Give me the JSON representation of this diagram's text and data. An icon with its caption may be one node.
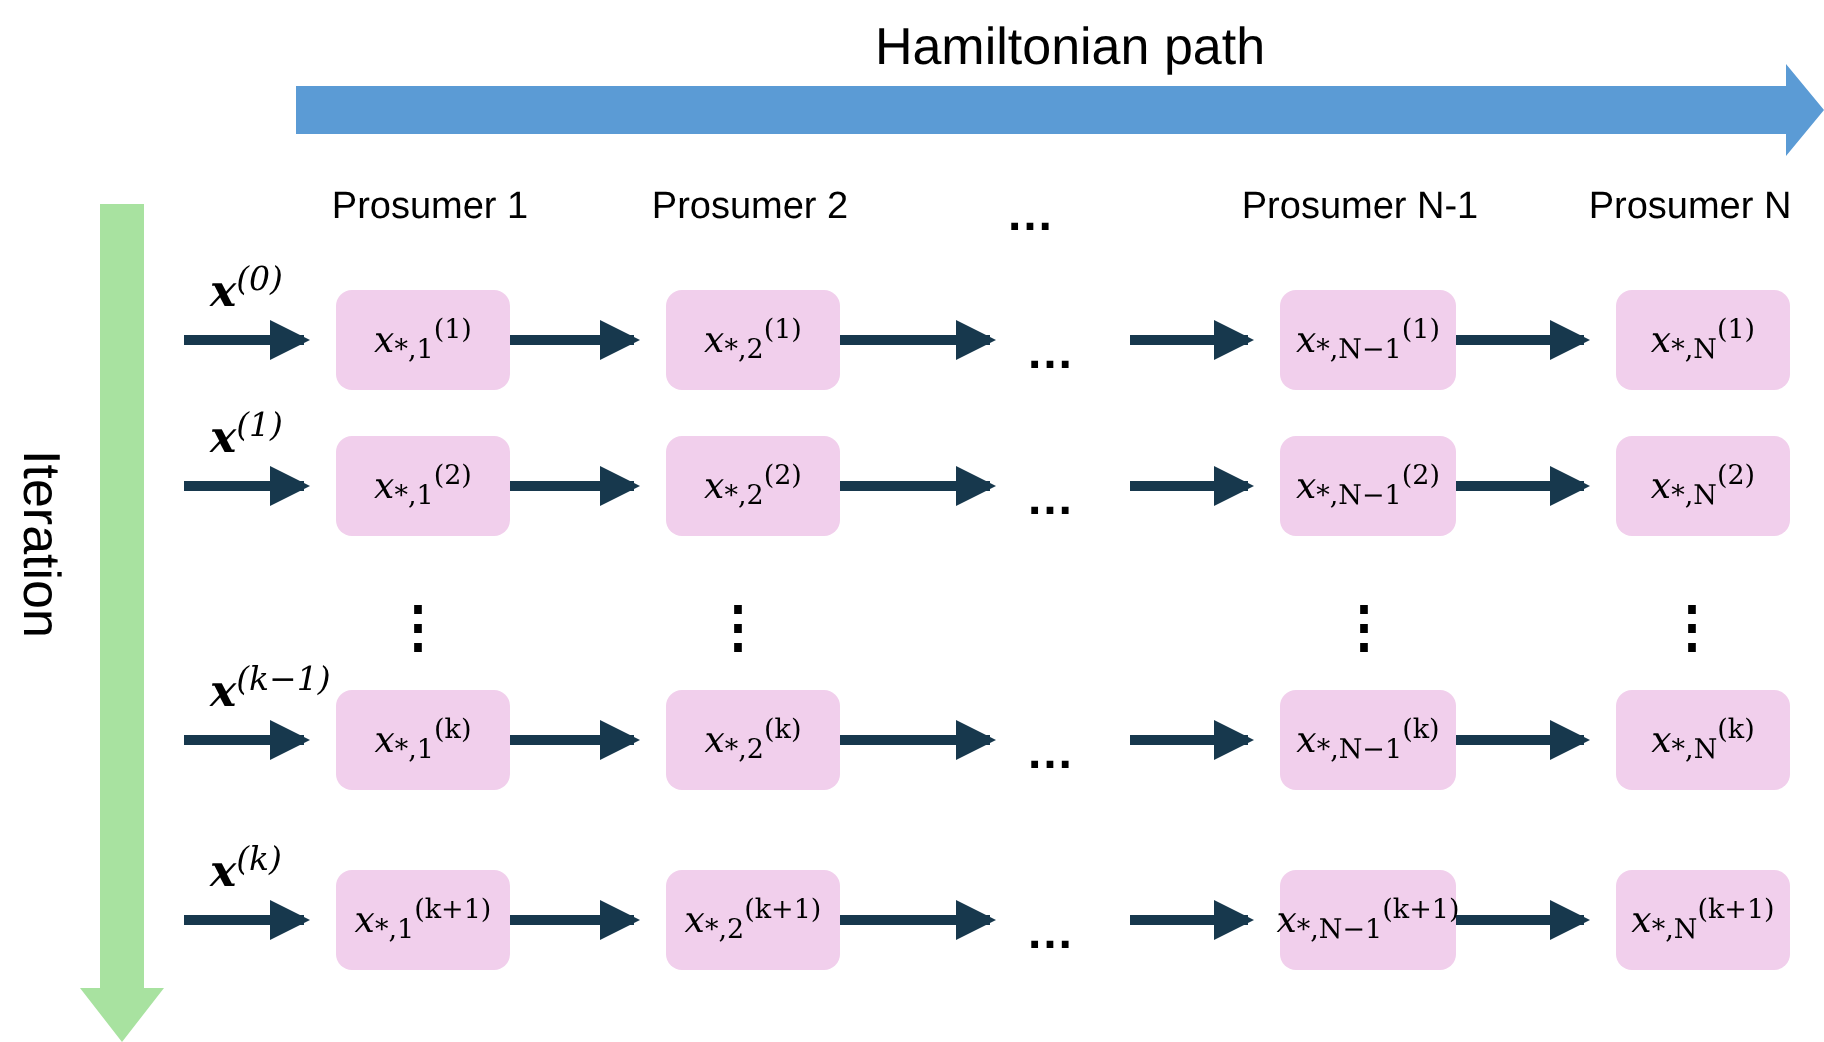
{
  "diagram": {
    "nodes": [
      {
        "text": [
          "*x*$_{*,1}$$^{(1)}$"
        ]
      },
      {
        "text": [
          "*x*$_{*,2}$$^{(1)}$"
        ]
      },
      {
        "text": [
          "…"
        ]
      },
      {
        "text": [
          "*x*$_{*,N−1}$$^{(1)}$"
        ]
      },
      {
        "text": [
          "*x*$_{*,N}$$^{(1)}$"
        ]
      },
      {
        "text": [
          "*x*$_{*,1}$$^{(2)}$"
        ]
      },
      {
        "text": [
          "*x*$_{*,2}$$^{(2)}$"
        ]
      },
      {
        "text": [
          "…"
        ]
      },
      {
        "text": [
          "*x*$_{*,N−1}$$^{(2)}$"
        ]
      },
      {
        "text": [
          "*x*$_{*,N}$$^{(2)}$"
        ]
      },
      {
        "text": [
          "*x*$_{*,1}$$^{(k)}$"
        ]
      },
      {
        "text": [
          "*x*$_{*,2}$$^{(k)}$"
        ]
      },
      {
        "text": [
          "…"
        ]
      },
      {
        "text": [
          "*x*$_{*,N−1}$$^{(k)}$"
        ]
      },
      {
        "text": [
          "*x*$_{*,N}$$^{(k)}$"
        ]
      },
      {
        "text": [
          "*x*$_{*,1}$$^{(k+1)}$"
        ]
      },
      {
        "text": [
          "*x*$_{*,2}$$^{(k+1)}$"
        ]
      },
      {
        "text": [
          "…"
        ]
      },
      {
        "text": [
          "*x*$_{*,N−1}$$^{(k+1)}$"
        ]
      },
      {
        "text": [
          "*x*$_{*,N}$$^{(k+1)}$"
        ]
      }
    ],
    "edges": [
      {
        "from": null,
        "to": 0,
        "arrow": "to",
        "label": "**x**$^{(0)}$"
      },
      {
        "from": 0,
        "to": 1,
        "arrow": "to"
      },
      {
        "from": 1,
        "to": 2,
        "arrow": "to"
      },
      {
        "from": 2,
        "to": 3,
        "arrow": "to"
      },
      {
        "from": 3,
        "to": 4,
        "arrow": "to"
      },
      {
        "from": null,
        "to": 5,
        "arrow": "to",
        "label": "**x**$^{(1)}$"
      },
      {
        "from": 5,
        "to": 6,
        "arrow": "to"
      },
      {
        "from": 6,
        "to": 7,
        "arrow": "to"
      },
      {
        "from": 7,
        "to": 8,
        "arrow": "to"
      },
      {
        "from": 8,
        "to": 9,
        "arrow": "to"
      },
      {
        "from": null,
        "to": 10,
        "arrow": "to",
        "label": "**x**$^{(k−1)}$"
      },
      {
        "from": 10,
        "to": 11,
        "arrow": "to"
      },
      {
        "from": 11,
        "to": 12,
        "arrow": "to"
      },
      {
        "from": 12,
        "to": 13,
        "arrow": "to"
      },
      {
        "from": 13,
        "to": 14,
        "arrow": "to"
      },
      {
        "from": null,
        "to": 15,
        "arrow": "to",
        "label": "**x**$^{(k)}$"
      },
      {
        "from": 15,
        "to": 16,
        "arrow": "to"
      },
      {
        "from": 16,
        "to": 17,
        "arrow": "to"
      },
      {
        "from": 17,
        "to": 18,
        "arrow": "to"
      },
      {
        "from": 18,
        "to": 19,
        "arrow": "to"
      }
    ],
    "labels": [
      "Hamiltonian path",
      "Iteration",
      "Prosumer 1",
      "Prosumer 2",
      "…",
      "Prosumer N-1",
      "Prosumer N",
      "⋮",
      "⋮",
      "⋮",
      "⋮"
    ]
  }
}
